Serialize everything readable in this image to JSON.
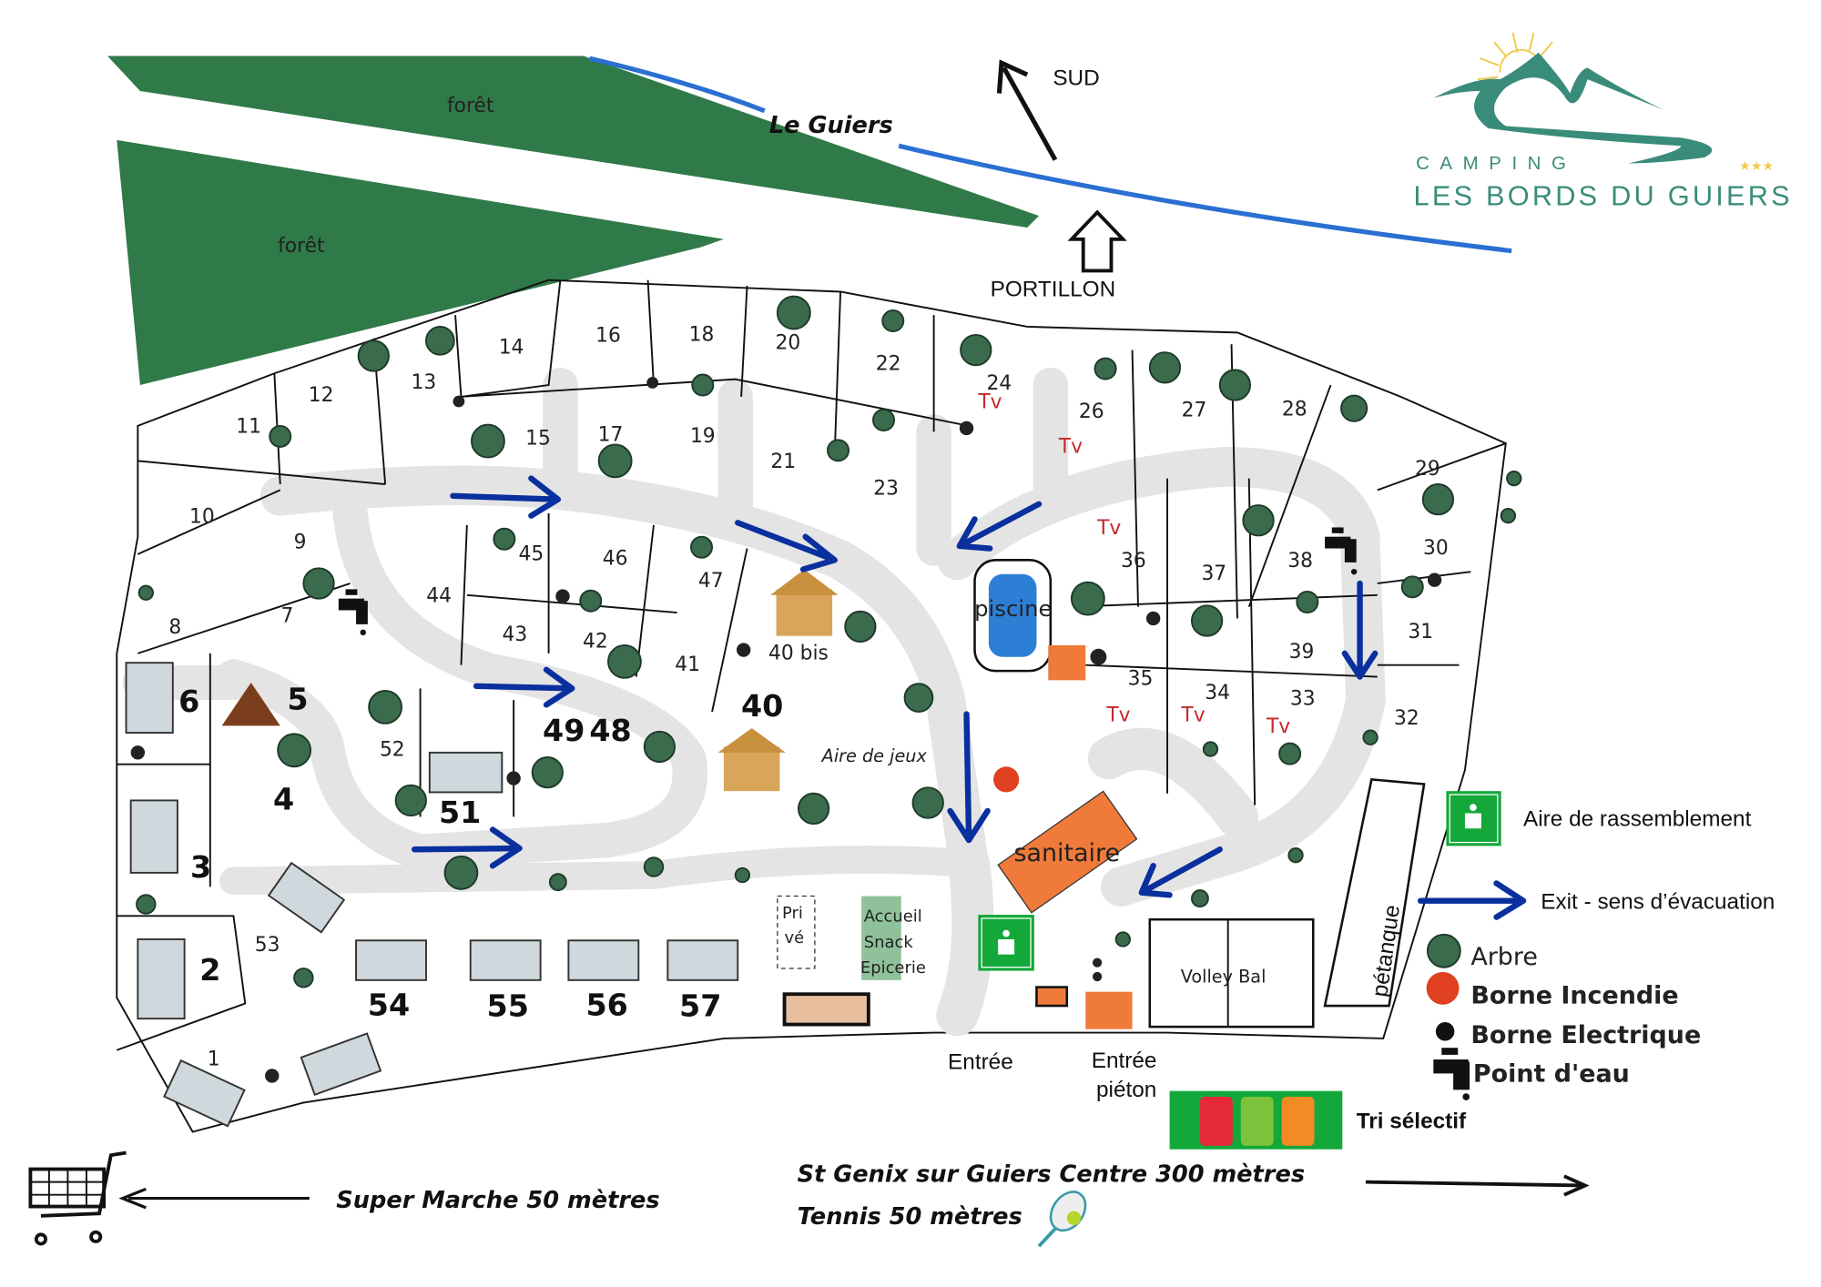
{
  "logo": {
    "camping": "CAMPING",
    "name": "LES BORDS DU GUIERS",
    "stars": "★★★",
    "teal": "#3a8c7a",
    "sun": "#f2c94c"
  },
  "map": {
    "forest_1": "forêt",
    "forest_2": "forêt",
    "river": "Le Guiers",
    "north": "SUD",
    "gate": "PORTILLON",
    "pool": "piscine",
    "playground": "Aire de jeux",
    "sanitary": "sanitaire",
    "volleyball": "Volley Bal",
    "petanque": "pétanque",
    "reception": [
      "Accueil",
      "Snack",
      "Epicerie"
    ],
    "private": [
      "Pri",
      "vé"
    ],
    "entrance": "Entrée",
    "pedestrian_entrance": [
      "Entrée",
      "piéton"
    ],
    "waste_sorting": "Tri sélectif",
    "tv_mark": "Tv",
    "pitches": [
      "1",
      "2",
      "3",
      "4",
      "5",
      "6",
      "7",
      "8",
      "9",
      "10",
      "11",
      "12",
      "13",
      "14",
      "15",
      "16",
      "17",
      "18",
      "19",
      "20",
      "21",
      "22",
      "23",
      "24",
      "26",
      "27",
      "28",
      "29",
      "30",
      "31",
      "32",
      "33",
      "34",
      "35",
      "36",
      "37",
      "38",
      "39",
      "40",
      "40 bis",
      "41",
      "42",
      "43",
      "44",
      "45",
      "46",
      "47",
      "48",
      "49",
      "51",
      "52",
      "53",
      "54",
      "55",
      "56",
      "57"
    ]
  },
  "legend": {
    "assembly": "Aire de rassemblement",
    "exit": "Exit - sens d’évacuation",
    "tree": "Arbre",
    "fire_hydrant": "Borne Incendie",
    "electric": "Borne Electrique",
    "water": "Point d'eau"
  },
  "directions": {
    "supermarket": "Super Marche 50 mètres",
    "town": "St Genix sur Guiers Centre 300 mètres",
    "tennis": "Tennis 50 mètres"
  },
  "colors": {
    "forest": "#2f7a48",
    "river": "#2a6fd1",
    "road": "#e4e4e4",
    "arrow": "#0a2f9e",
    "assembly_green": "#14a83b",
    "fire": "#e0401f",
    "sanitary": "#f07a3a"
  }
}
